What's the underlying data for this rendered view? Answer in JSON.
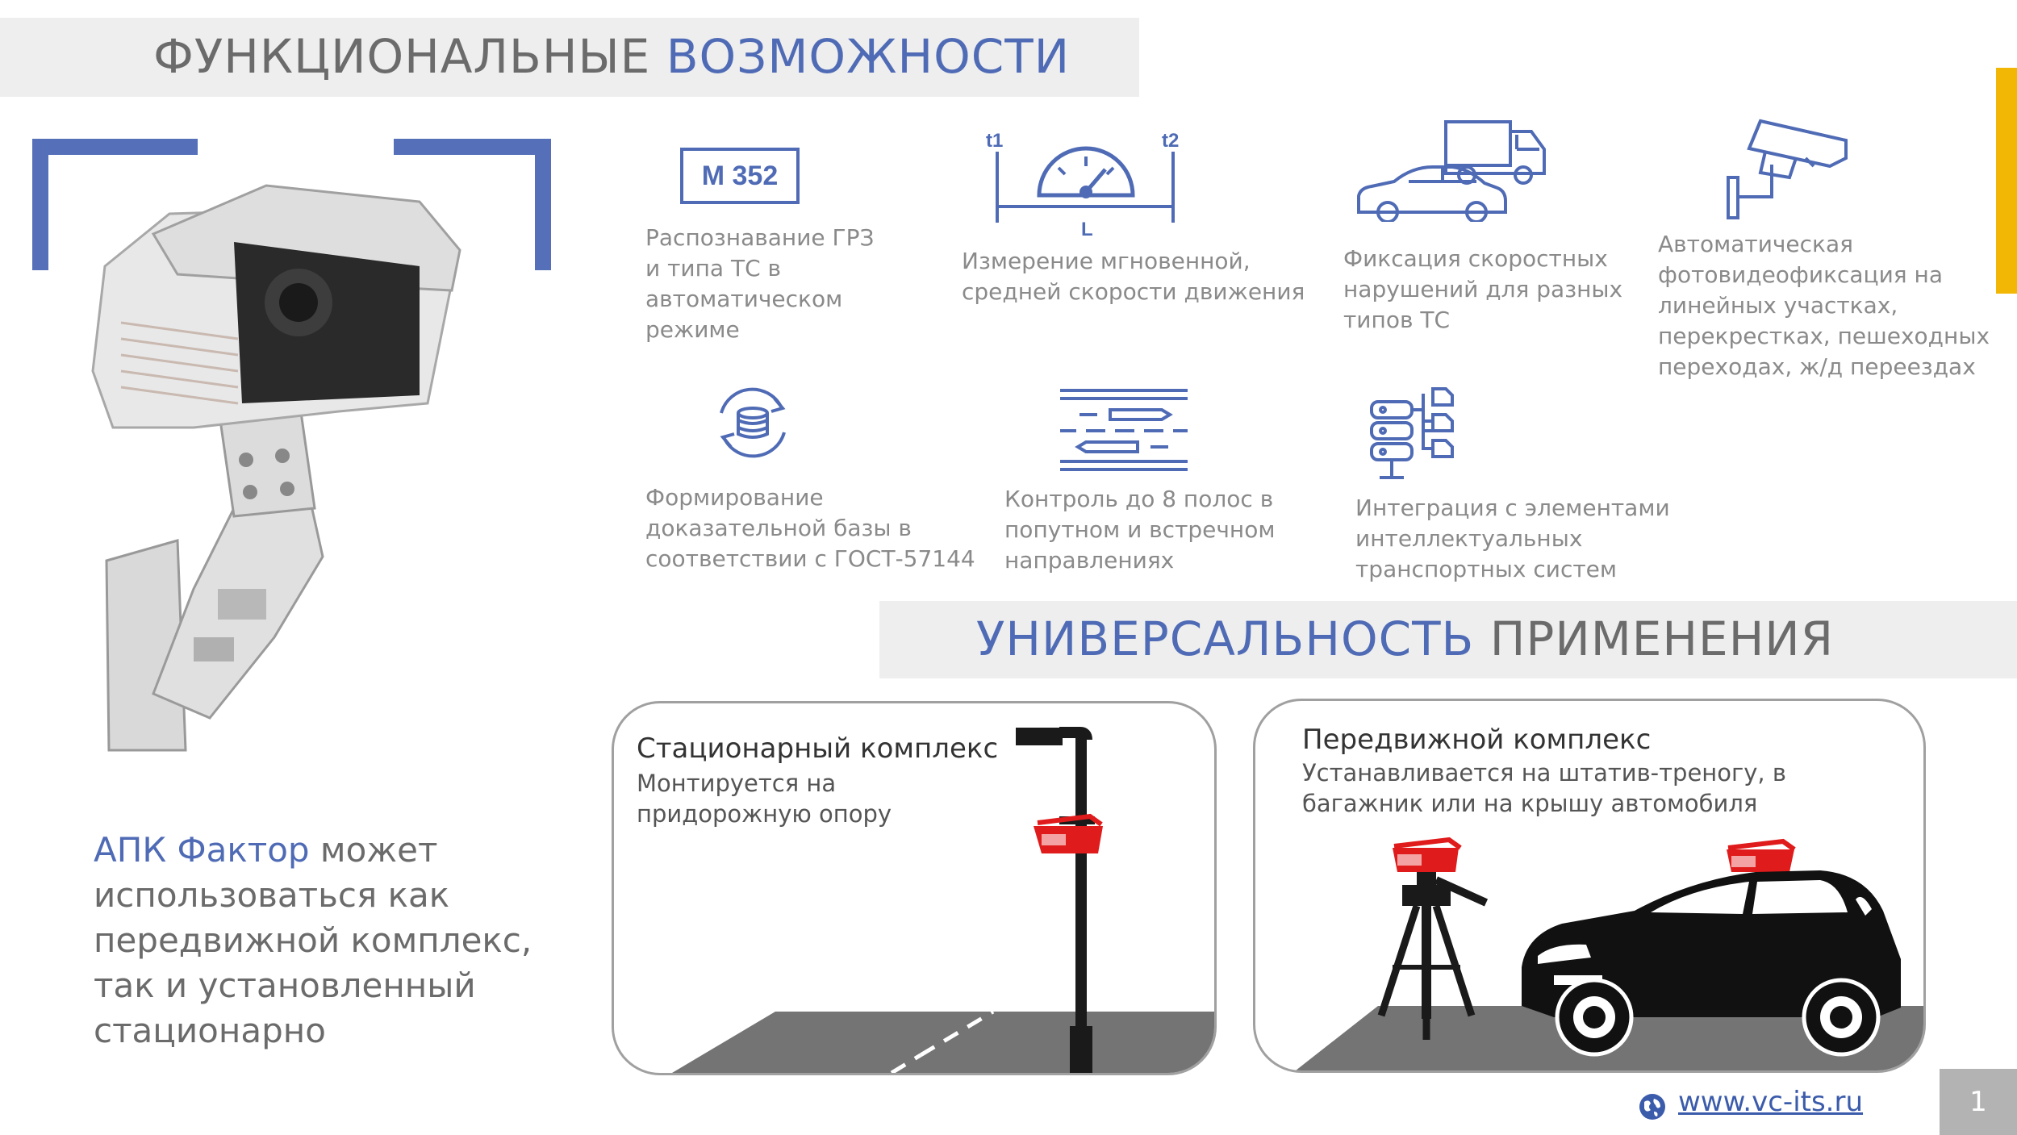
{
  "header": {
    "title_part1": "ФУНКЦИОНАЛЬНЫЕ",
    "title_part2": "ВОЗМОЖНОСТИ"
  },
  "features": [
    {
      "icon": "license-plate-icon",
      "plate_text": "М 352",
      "text": "Распознавание ГРЗ и типа ТС в автоматическом режиме"
    },
    {
      "icon": "speedometer-icon",
      "t1": "t1",
      "t2": "t2",
      "length_label": "L",
      "text": "Измерение мгновенной, средней скорости движения"
    },
    {
      "icon": "vehicles-icon",
      "text": "Фиксация скоростных нарушений для разных типов ТС"
    },
    {
      "icon": "surveillance-camera-icon",
      "text": "Автоматическая фотовидеофиксация на линейных участках, перекрестках, пешеходных переходах, ж/д переездах"
    },
    {
      "icon": "database-sync-icon",
      "text": "Формирование доказательной базы в соответствии с ГОСТ-57144"
    },
    {
      "icon": "traffic-lanes-icon",
      "text": "Контроль  до 8 полос в попутном и встречном направлениях"
    },
    {
      "icon": "server-network-icon",
      "text": "Интеграция с элементами интеллектуальных транспортных систем"
    }
  ],
  "section2": {
    "title_part1": "УНИВЕРСАЛЬНОСТЬ",
    "title_part2": "ПРИМЕНЕНИЯ"
  },
  "cards": [
    {
      "title": "Стационарный комплекс",
      "subtitle": "Монтируется на придорожную опору"
    },
    {
      "title": "Передвижной комплекс",
      "subtitle": "Устанавливается на штатив-треногу, в багажник или на крышу автомобиля"
    }
  ],
  "lead": {
    "brand": "АПК Фактор",
    "text": " может использоваться как передвижной комплекс, так и установленный стационарно"
  },
  "footer": {
    "url": "www.vc-its.ru",
    "page_number": "1"
  },
  "colors": {
    "accent_blue": "#4f6bb5",
    "gray_text": "#6b6b6b",
    "title_bg": "#eeeeef",
    "yellow_bar": "#f2b705",
    "camera_red": "#e01b1b"
  }
}
